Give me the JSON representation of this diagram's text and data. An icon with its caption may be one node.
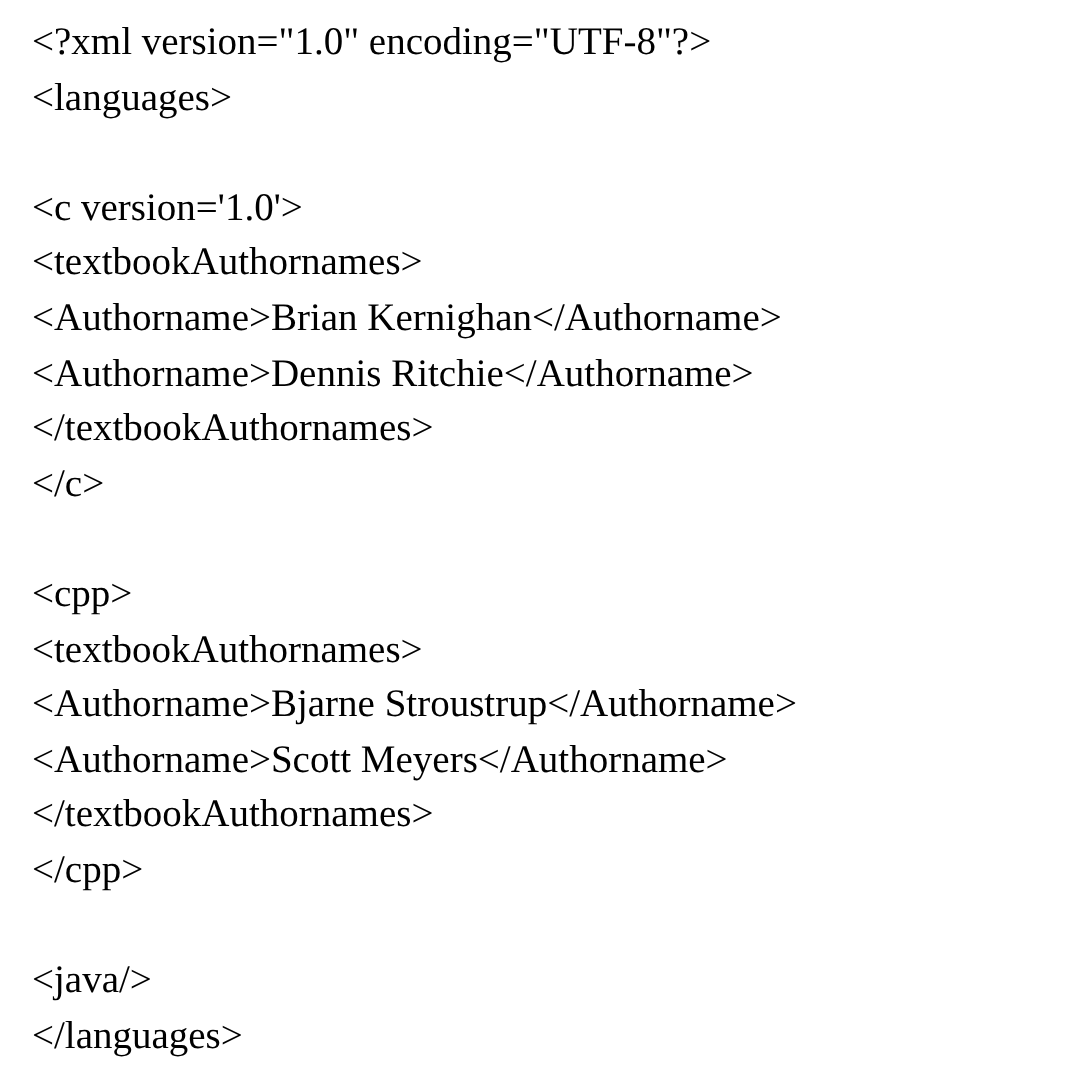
{
  "diagram": {
    "labels": [
      "<?xml version=\"1.0\" encoding=\"UTF-8\"?>",
      "<languages>",
      "<c version='1.0'>",
      "<textbookAuthornames>",
      "<Authorname>Brian Kernighan</Authorname>",
      "<Authorname>Dennis Ritchie</Authorname>",
      "</textbookAuthornames>",
      "</c>",
      "<cpp>",
      "<textbookAuthornames>",
      "<Authorname>Bjarne Stroustrup</Authorname>",
      "<Authorname>Scott Meyers</Authorname>",
      "</textbookAuthornames>",
      "</cpp>",
      "<java/>",
      "</languages>"
    ]
  }
}
